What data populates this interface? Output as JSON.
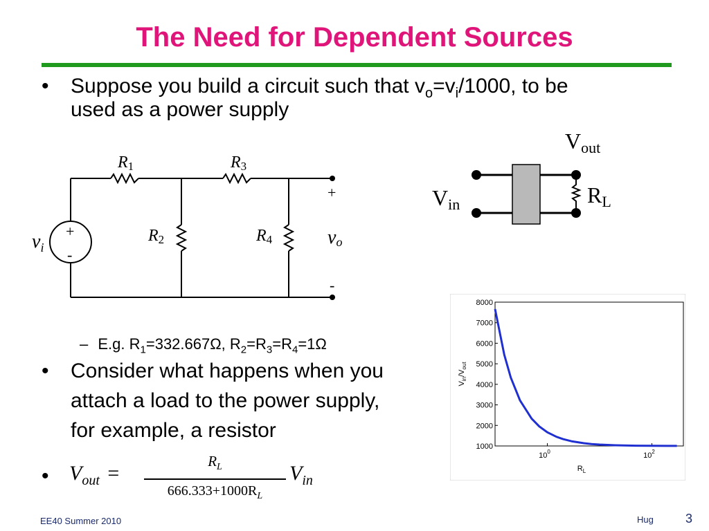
{
  "slide": {
    "title": "The Need for Dependent Sources",
    "bullet1": {
      "pre": "Suppose you build a circuit such that v",
      "sub_o": "o",
      "eq": "=v",
      "sub_i": "i",
      "post": "/1000, to be",
      "line2": "used as a power supply"
    },
    "subbullet": {
      "dash": "–",
      "pre": "E.g. R",
      "s1": "1",
      "mid1": "=332.667Ω, R",
      "s2": "2",
      "mid2": "=R",
      "s3": "3",
      "mid3": "=R",
      "s4": "4",
      "post": "=1Ω"
    },
    "bullet2": {
      "line1": "Consider what happens when you",
      "line2": "attach a load to the power supply,",
      "line3": "for example, a resistor"
    },
    "equation": {
      "lhs": "V",
      "lhs_sub": "out",
      "equals": "=",
      "num": "R",
      "num_sub": "L",
      "den": "666.333+1000R",
      "den_sub": "L",
      "rhs": "V",
      "rhs_sub": "in"
    },
    "bullet_char": "•",
    "footer_left": "EE40 Summer 2010",
    "footer_author": "Hug",
    "page_number": "3"
  },
  "circuit": {
    "r1": "R",
    "r1_sub": "1",
    "r2": "R",
    "r2_sub": "2",
    "r3": "R",
    "r3_sub": "3",
    "r4": "R",
    "r4_sub": "4",
    "vi": "v",
    "vi_sub": "i",
    "vo": "v",
    "vo_sub": "o",
    "src_plus": "+",
    "src_minus": "-",
    "out_plus": "+",
    "out_minus": "-"
  },
  "block": {
    "vout": "V",
    "vout_sub": "out",
    "vin": "V",
    "vin_sub": "in",
    "rl": "R",
    "rl_sub": "L"
  },
  "chart_data": {
    "type": "line",
    "xscale": "log",
    "xlabel": "R",
    "xlabel_sub": "L",
    "ylabel": "V",
    "ylabel_sub1": "in",
    "ylabel_mid": "/V",
    "ylabel_sub2": "out",
    "x_ticks": [
      {
        "base": "10",
        "exp": "0",
        "value": 1
      },
      {
        "base": "10",
        "exp": "2",
        "value": 100
      }
    ],
    "y_ticks": [
      "1000",
      "2000",
      "3000",
      "4000",
      "5000",
      "6000",
      "7000",
      "8000"
    ],
    "xlim": [
      0.1,
      400
    ],
    "ylim": [
      1000,
      8000
    ],
    "series_color": "#1f2fd0",
    "series": [
      {
        "x": [
          0.1,
          0.15,
          0.2,
          0.3,
          0.5,
          0.7,
          1,
          1.5,
          2,
          3,
          5,
          7,
          10,
          20,
          50,
          100,
          200,
          300
        ],
        "y": [
          7663,
          5442,
          4332,
          3221,
          2333,
          1952,
          1666,
          1444,
          1333,
          1222,
          1133,
          1095,
          1067,
          1033,
          1013,
          1007,
          1003,
          1002
        ]
      }
    ]
  }
}
